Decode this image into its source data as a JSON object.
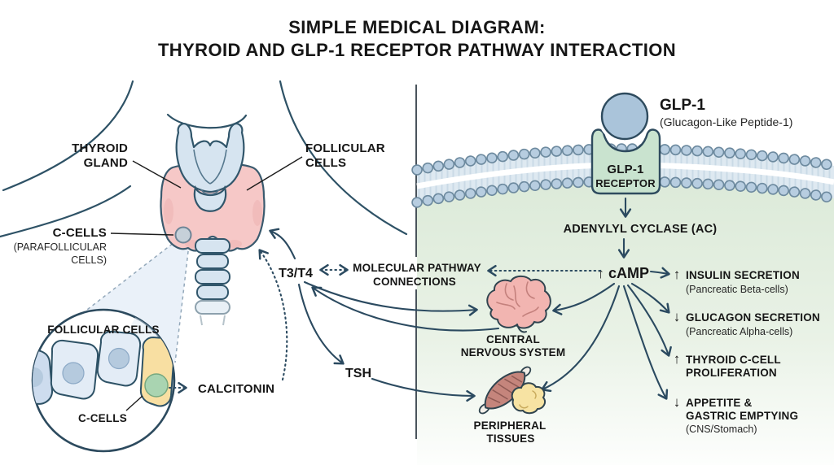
{
  "title": {
    "line1": "SIMPLE MEDICAL DIAGRAM:",
    "line2": "THYROID AND GLP-1 RECEPTOR PATHWAY INTERACTION"
  },
  "anatomy": {
    "thyroid_gland_label_line1": "THYROID",
    "thyroid_gland_label_line2": "GLAND",
    "follicular_cells_label_line1": "FOLLICULAR",
    "follicular_cells_label_line2": "CELLS",
    "c_cells_label_line1": "C-CELLS",
    "c_cells_label_line2": "(PARAFOLLICULAR",
    "c_cells_label_line3": "CELLS)",
    "inset_follicular_label": "FOLLICULAR CELLS",
    "inset_c_cells_label": "C-CELLS",
    "calcitonin_label": "CALCITONIN"
  },
  "axis": {
    "t3_t4": "T3/T4",
    "molecular_line1": "MOLECULAR PATHWAY",
    "molecular_line2": "CONNECTIONS",
    "tsh": "TSH",
    "cns_line1": "CENTRAL",
    "cns_line2": "NERVOUS SYSTEM",
    "peripheral_line1": "PERIPHERAL",
    "peripheral_line2": "TISSUES"
  },
  "glp1": {
    "ligand": "GLP-1",
    "ligand_sub": "(Glucagon-Like Peptide-1)",
    "receptor_line1": "GLP-1",
    "receptor_line2": "RECEPTOR",
    "adenylyl": "ADENYLYL CYCLASE (AC)",
    "camp": "↑ cAMP"
  },
  "effects": [
    {
      "direction": "↑",
      "line1": "INSULIN SECRETION",
      "sub": "(Pancreatic Beta-cells)"
    },
    {
      "direction": "↓",
      "line1": "GLUCAGON SECRETION",
      "sub": "(Pancreatic Alpha-cells)"
    },
    {
      "direction": "↑",
      "line1": "THYROID C-CELL",
      "line2": "PROLIFERATION"
    },
    {
      "direction": "↓",
      "line1": "APPETITE &",
      "line2": "GASTRIC EMPTYING",
      "sub": "(CNS/Stomach)"
    }
  ],
  "colors": {
    "outline_blue": "#2e5266",
    "thyroid_pink": "#f6c8c7",
    "cartilage_blue": "#d6e4f0",
    "membrane_band": "#dee9f1",
    "ligand_blue": "#aac4da",
    "receptor_green": "#c9e3cf",
    "cytoplasm_green": "#dcead9",
    "follicular_cell_blue": "#e3ecf6",
    "c_cell_yellow": "#f8dfa2",
    "c_cell_nucleus_green": "#a9d4b1",
    "brain_pink": "#f2b5b1",
    "muscle_red": "#c5857c",
    "fat_yellow": "#f7e3a3"
  }
}
